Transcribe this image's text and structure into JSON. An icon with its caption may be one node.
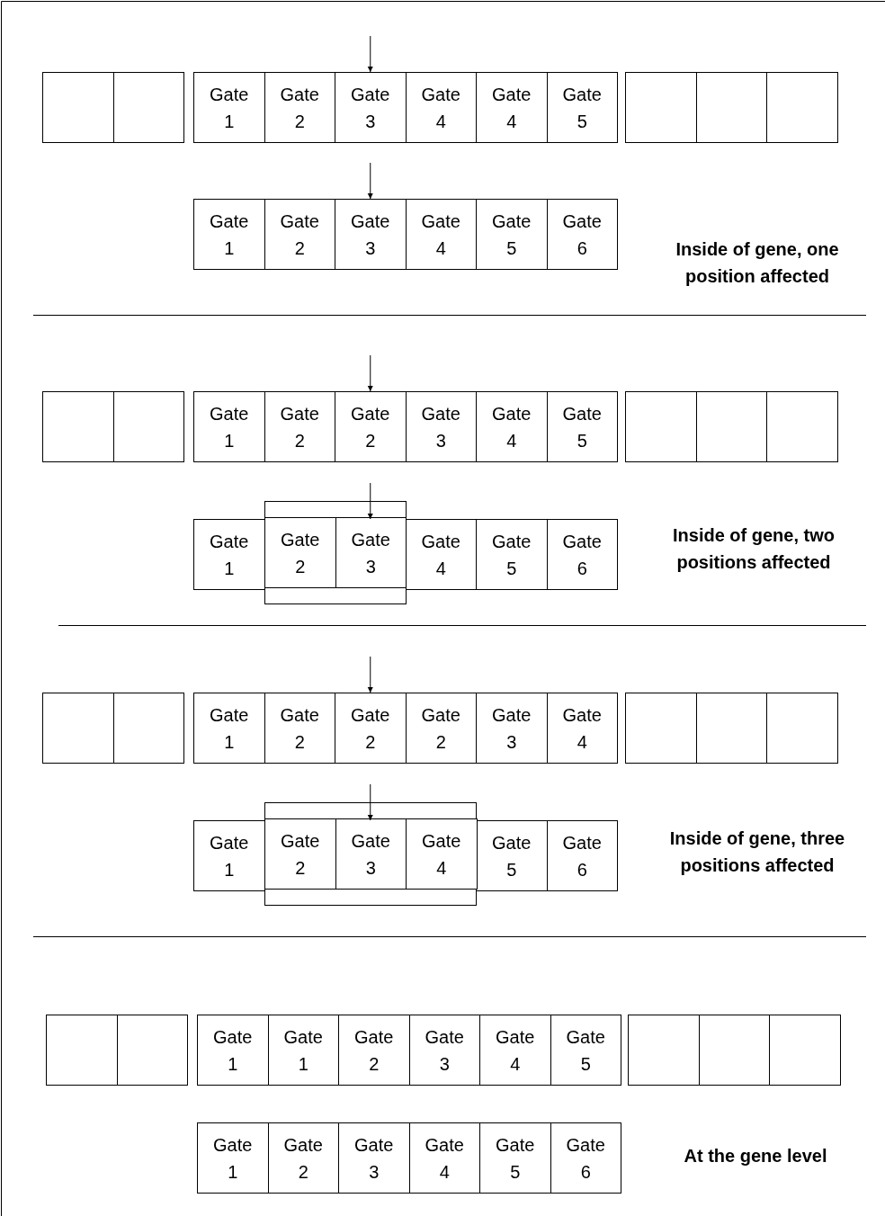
{
  "diagram": {
    "nodes": [
      {
        "text": [],
        "shape": "box"
      },
      {
        "text": [],
        "shape": "box"
      },
      {
        "text": [
          "Gate 1"
        ]
      },
      {
        "text": [
          "Gate 2"
        ]
      },
      {
        "text": [
          "Gate 3"
        ]
      },
      {
        "text": [
          "Gate 4"
        ]
      },
      {
        "text": [
          "Gate 4"
        ]
      },
      {
        "text": [
          "Gate 5"
        ]
      },
      {
        "text": [],
        "shape": "box"
      },
      {
        "text": [],
        "shape": "box"
      },
      {
        "text": [],
        "shape": "box"
      },
      {
        "text": [
          "Gate 1"
        ]
      },
      {
        "text": [
          "Gate 2"
        ]
      },
      {
        "text": [
          "Gate 3"
        ]
      },
      {
        "text": [
          "Gate 4"
        ]
      },
      {
        "text": [
          "Gate 5"
        ]
      },
      {
        "text": [
          "Gate 6"
        ]
      },
      {
        "text": [],
        "shape": "box"
      },
      {
        "text": [],
        "shape": "box"
      },
      {
        "text": [
          "Gate 1"
        ]
      },
      {
        "text": [
          "Gate 2"
        ]
      },
      {
        "text": [
          "Gate 2"
        ]
      },
      {
        "text": [
          "Gate 3"
        ]
      },
      {
        "text": [
          "Gate 4"
        ]
      },
      {
        "text": [
          "Gate 5"
        ]
      },
      {
        "text": [],
        "shape": "box"
      },
      {
        "text": [],
        "shape": "box"
      },
      {
        "text": [],
        "shape": "box"
      },
      {
        "text": [],
        "shape": "box"
      },
      {
        "text": [
          "Gate 1"
        ]
      },
      {
        "text": [
          "Gate 2"
        ],
        "in": 28
      },
      {
        "text": [
          "Gate 3"
        ],
        "in": 28
      },
      {
        "text": [
          "Gate 4"
        ]
      },
      {
        "text": [
          "Gate 5"
        ]
      },
      {
        "text": [
          "Gate 6"
        ]
      },
      {
        "text": [],
        "shape": "box"
      },
      {
        "text": [],
        "shape": "box"
      },
      {
        "text": [
          "Gate 1"
        ]
      },
      {
        "text": [
          "Gate 2"
        ]
      },
      {
        "text": [
          "Gate 2"
        ]
      },
      {
        "text": [
          "Gate 2"
        ]
      },
      {
        "text": [
          "Gate 3"
        ]
      },
      {
        "text": [
          "Gate 4"
        ]
      },
      {
        "text": [],
        "shape": "box"
      },
      {
        "text": [],
        "shape": "box"
      },
      {
        "text": [],
        "shape": "box"
      },
      {
        "text": [],
        "shape": "box"
      },
      {
        "text": [
          "Gate 1"
        ]
      },
      {
        "text": [
          "Gate 2"
        ],
        "in": 46
      },
      {
        "text": [
          "Gate 3"
        ],
        "in": 46
      },
      {
        "text": [
          "Gate 4"
        ],
        "in": 46
      },
      {
        "text": [
          "Gate 5"
        ]
      },
      {
        "text": [
          "Gate 6"
        ]
      },
      {
        "text": [],
        "shape": "box"
      },
      {
        "text": [],
        "shape": "box"
      },
      {
        "text": [
          "Gate 1"
        ]
      },
      {
        "text": [
          "Gate 1"
        ]
      },
      {
        "text": [
          "Gate 2"
        ]
      },
      {
        "text": [
          "Gate 3"
        ]
      },
      {
        "text": [
          "Gate 4"
        ]
      },
      {
        "text": [
          "Gate 5"
        ]
      },
      {
        "text": [],
        "shape": "box"
      },
      {
        "text": [],
        "shape": "box"
      },
      {
        "text": [],
        "shape": "box"
      },
      {
        "text": [
          "Gate 1"
        ]
      },
      {
        "text": [
          "Gate 2"
        ]
      },
      {
        "text": [
          "Gate 3"
        ]
      },
      {
        "text": [
          "Gate 4"
        ]
      },
      {
        "text": [
          "Gate 5"
        ]
      },
      {
        "text": [
          "Gate 6"
        ]
      }
    ],
    "edges": [
      {
        "from": null,
        "to": 4,
        "arrow": "to"
      },
      {
        "from": null,
        "to": 13,
        "arrow": "to"
      },
      {
        "from": null,
        "to": 21,
        "arrow": "to"
      },
      {
        "from": null,
        "to": 31,
        "arrow": "to"
      },
      {
        "from": null,
        "to": 39,
        "arrow": "to"
      },
      {
        "from": null,
        "to": 49,
        "arrow": "to"
      }
    ],
    "labels": [
      "Inside of gene, one position affected",
      "Inside of gene, two positions affected",
      "Inside of gene, three positions affected",
      "At the gene level"
    ]
  }
}
